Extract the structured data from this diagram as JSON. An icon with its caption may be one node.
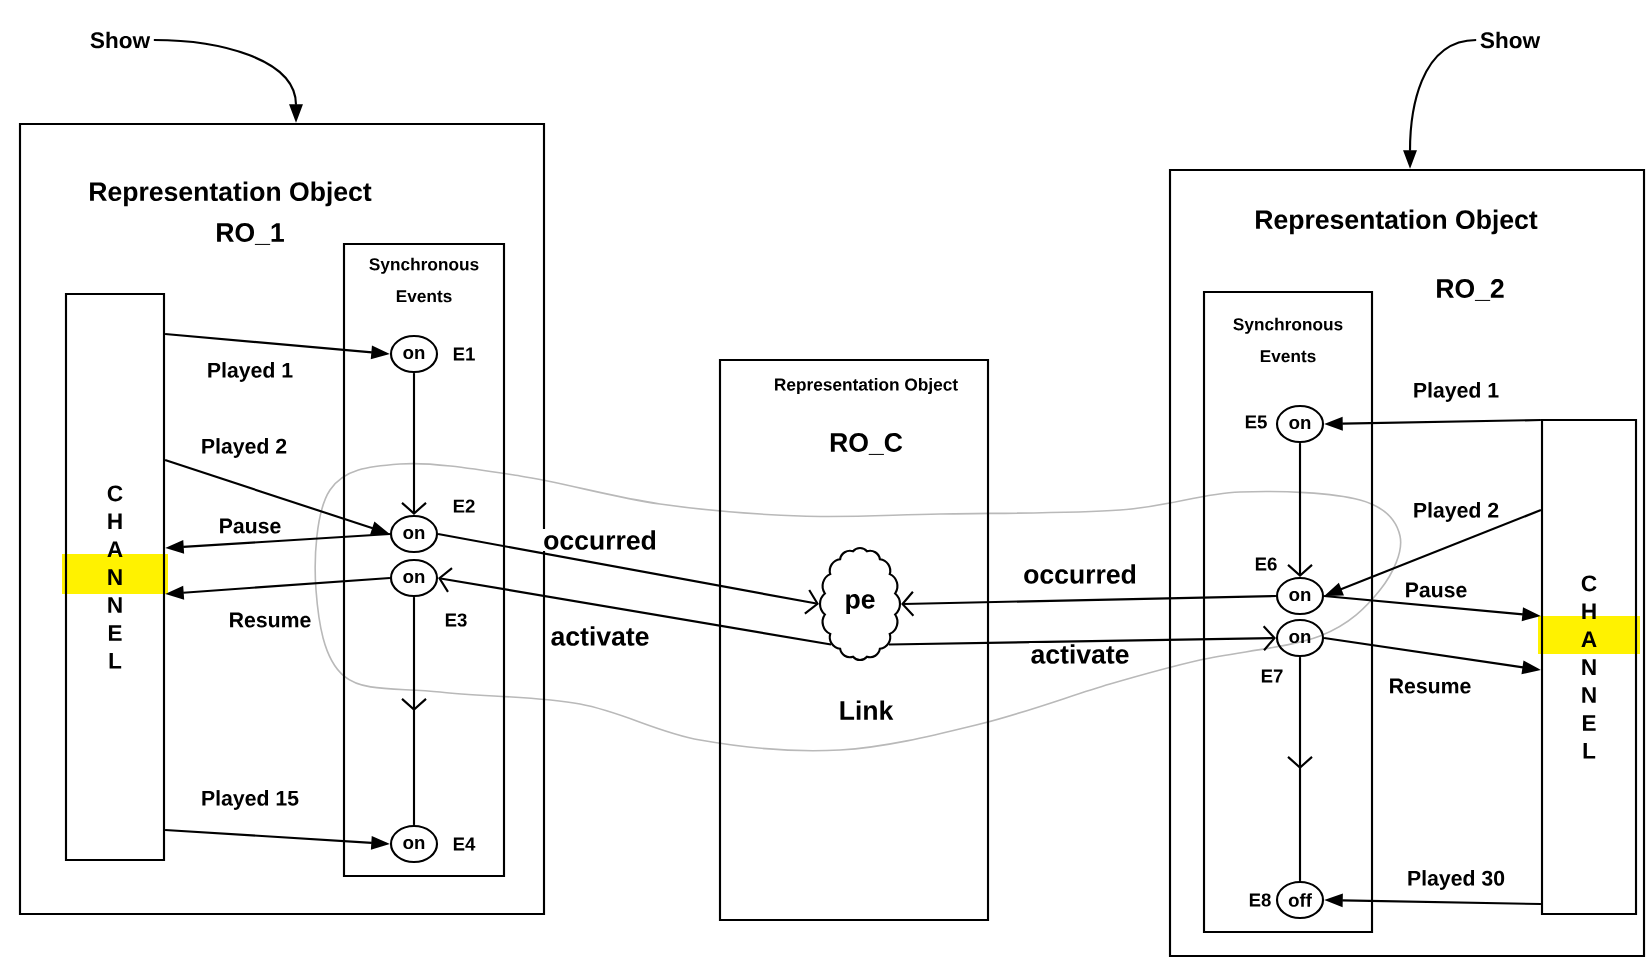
{
  "diagram": {
    "nodes": [
      {
        "text": [
          "Show"
        ]
      },
      {
        "text": [
          "Representation Object",
          "RO_1"
        ]
      },
      {
        "text": [
          "CHANNEL"
        ],
        "in": 1
      },
      {
        "text": [
          "Synchronous Events"
        ],
        "in": 1
      },
      {
        "text": [
          "on"
        ],
        "beside": [
          "E1"
        ],
        "in": 3
      },
      {
        "text": [
          "on"
        ],
        "beside": [
          "E2"
        ],
        "in": 3
      },
      {
        "text": [
          "on"
        ],
        "beside": [
          "E3"
        ],
        "in": 3
      },
      {
        "text": [
          "on"
        ],
        "beside": [
          "E4"
        ],
        "in": 3
      },
      {
        "text": [
          "Show"
        ]
      },
      {
        "text": [
          "Representation Object",
          "RO_C"
        ]
      },
      {
        "text": [
          "pe"
        ],
        "in": 9
      },
      {
        "text": [
          "Representation Object",
          "RO_2"
        ]
      },
      {
        "text": [
          "Synchronous Events"
        ],
        "in": 11
      },
      {
        "text": [
          "on"
        ],
        "beside": [
          "E5"
        ],
        "in": 12
      },
      {
        "text": [
          "on"
        ],
        "beside": [
          "E6"
        ],
        "in": 12
      },
      {
        "text": [
          "on"
        ],
        "beside": [
          "E7"
        ],
        "in": 12
      },
      {
        "text": [
          "off"
        ],
        "beside": [
          "E8"
        ],
        "in": 12
      },
      {
        "text": [
          "CHANNEL"
        ],
        "in": 11
      }
    ],
    "edges": [
      {
        "from": 0,
        "to": 1,
        "arrow": "to"
      },
      {
        "from": 8,
        "to": 11,
        "arrow": "to"
      },
      {
        "from": 2,
        "to": 4,
        "arrow": "to",
        "label": "Played 1"
      },
      {
        "from": 2,
        "to": 5,
        "arrow": "to",
        "label": "Played 2"
      },
      {
        "from": 5,
        "to": 2,
        "arrow": "to",
        "label": "Pause"
      },
      {
        "from": 6,
        "to": 2,
        "arrow": "to",
        "label": "Resume"
      },
      {
        "from": 2,
        "to": 7,
        "arrow": "to",
        "label": "Played 15"
      },
      {
        "from": 4,
        "to": 5,
        "arrow": "to"
      },
      {
        "from": 6,
        "to": 7,
        "arrow": "to"
      },
      {
        "from": 5,
        "to": 10,
        "arrow": "to",
        "label": "occurred"
      },
      {
        "from": 10,
        "to": 6,
        "arrow": "to",
        "label": "activate"
      },
      {
        "from": 17,
        "to": 13,
        "arrow": "to",
        "label": "Played 1"
      },
      {
        "from": 17,
        "to": 14,
        "arrow": "to",
        "label": "Played 2"
      },
      {
        "from": 14,
        "to": 17,
        "arrow": "to",
        "label": "Pause"
      },
      {
        "from": 15,
        "to": 17,
        "arrow": "to",
        "label": "Resume"
      },
      {
        "from": 17,
        "to": 16,
        "arrow": "to",
        "label": "Played 30"
      },
      {
        "from": 13,
        "to": 14,
        "arrow": "to"
      },
      {
        "from": 15,
        "to": 16,
        "arrow": "to"
      },
      {
        "from": 14,
        "to": 10,
        "arrow": "to",
        "label": "occurred"
      },
      {
        "from": 10,
        "to": 15,
        "arrow": "to",
        "label": "activate"
      }
    ],
    "labels": [
      "Link"
    ]
  }
}
